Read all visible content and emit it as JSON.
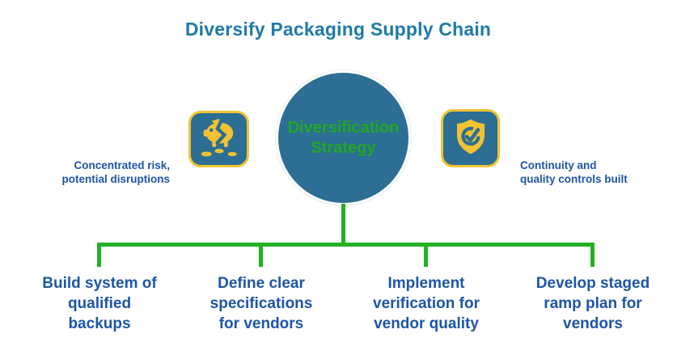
{
  "title": "Diversify Packaging Supply Chain",
  "colors": {
    "title_teal": "#1E7AA8",
    "body_blue": "#1D55A8",
    "line_green": "#22B122",
    "node_text_green": "#1FA821",
    "node_blue": "#2C6E94",
    "icon_yellow": "#F2C232"
  },
  "center_node": {
    "label": "Diversification\nStrategy"
  },
  "side_notes": {
    "left": {
      "icon": "broken-piggy-bank-icon",
      "text": "Concentrated risk,\npotential disruptions"
    },
    "right": {
      "icon": "shield-check-icon",
      "text": "Continuity and\nquality controls built"
    }
  },
  "branches": [
    {
      "label": "Build system of\nqualified\nbackups"
    },
    {
      "label": "Define clear\nspecifications\nfor vendors"
    },
    {
      "label": "Implement\nverification for\nvendor quality"
    },
    {
      "label": "Develop staged\nramp plan for\nvendors"
    }
  ]
}
